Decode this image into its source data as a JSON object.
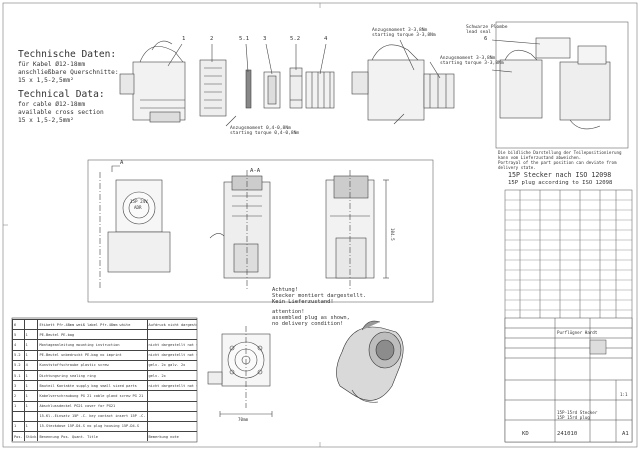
{
  "header_notes": {
    "de_title": "Technische Daten:",
    "de_line1": "für Kabel Ø12-18mm",
    "de_line2": "anschließbare Querschnitte:",
    "de_line3": "15 x 1,5-2,5mm²",
    "en_title": "Technical Data:",
    "en_line1": "for cable Ø12-18mm",
    "en_line2": "available cross section",
    "en_line3": "15 x 1,5-2,5mm²"
  },
  "callouts": {
    "c1": "1",
    "c2": "2",
    "c51": "5.1",
    "c3": "3",
    "c52": "5.2",
    "c4": "4",
    "c6": "6"
  },
  "torque_notes": {
    "t1": "Anzugsmoment 0,4-0,8Nm",
    "t1en": "starting torque 0,4-0,8Nm",
    "t2": "Anzugsmoment 3-3,8Nm",
    "t2en": "starting torque 3-3,8Nm",
    "t3": "Anzugsmoment 3-3,8Nm",
    "t3en": "starting torque 3-3,8Nm"
  },
  "lead_seal": {
    "label_de": "Schwarze Plombe",
    "label_en": "lead seal"
  },
  "picture_note": {
    "de": "Die bildliche Darstellung der Teilepositionierung kann vom Lieferzustand abweichen.",
    "en": "Portrayal of the part position can deviate from delivery state."
  },
  "plug_title": {
    "de": "15P Stecker nach ISO 12098",
    "en": "15P plug according to ISO 12098"
  },
  "section_label": "A-A",
  "arrow_label_a": "A",
  "plug_face": {
    "line1": "15P 24V",
    "line2": "ADR"
  },
  "dim_label": "104.5",
  "dim_width": "70mm",
  "attention": {
    "de1": "Achtung!",
    "de2": "Stecker montiert dargestellt.",
    "de3": "Kein Lieferzustand!",
    "en1": "attention!",
    "en2": "assembled plug as shown,",
    "en3": "no delivery condition!"
  },
  "bom": {
    "rows": [
      [
        "6",
        "",
        "Etikett Pfr.48mm weiß label Pfr.48mm white",
        "Aufdruck nicht dargestellt imprint not shown"
      ],
      [
        "5",
        "1",
        "PE-Beutel PE-bag",
        ""
      ],
      [
        "4",
        "1",
        "Montageanleitung mounting instruction",
        "nicht dargestellt not shown"
      ],
      [
        "5.2",
        "1",
        "PE-Beutel unbedruckt PE-bag no imprint",
        "nicht dargestellt not shown"
      ],
      [
        "5.2",
        "4",
        "Kunststoffschraube plastic screw",
        "gelv. 2x galv. 2x"
      ],
      [
        "5.1",
        "1",
        "Dichtungsring sealing ring",
        "gelv. 2x"
      ],
      [
        "3",
        "1",
        "Bauteil Kontakte supply bag small sized parts",
        "nicht dargestellt not shown"
      ],
      [
        "2",
        "1",
        "Kabelverschraubung PG 21 cable gland screw PG 21",
        ""
      ],
      [
        "1",
        "1",
        "Abschlussdeckel PG21 cover for PG21",
        ""
      ],
      [
        "",
        "",
        "15-Kl.-Einsatz 15P -C- key contact insert 15P -C-",
        ""
      ],
      [
        "1",
        "1",
        "15-Steckdose 15P-D4-S no plug housing 15P-D4-S",
        ""
      ],
      [
        "Pos.",
        "Stück",
        "Benennung Pos. Quant. Title",
        "Bemerkung note"
      ]
    ]
  },
  "title_block": {
    "doc_title_de": "15P-15rd Stecker",
    "doc_title_en": "15P 15rd plug",
    "drawing_no": "241010",
    "sheet": "A1",
    "kd": "KD",
    "scale": "1:1",
    "company": "Purflügner Hardt"
  }
}
